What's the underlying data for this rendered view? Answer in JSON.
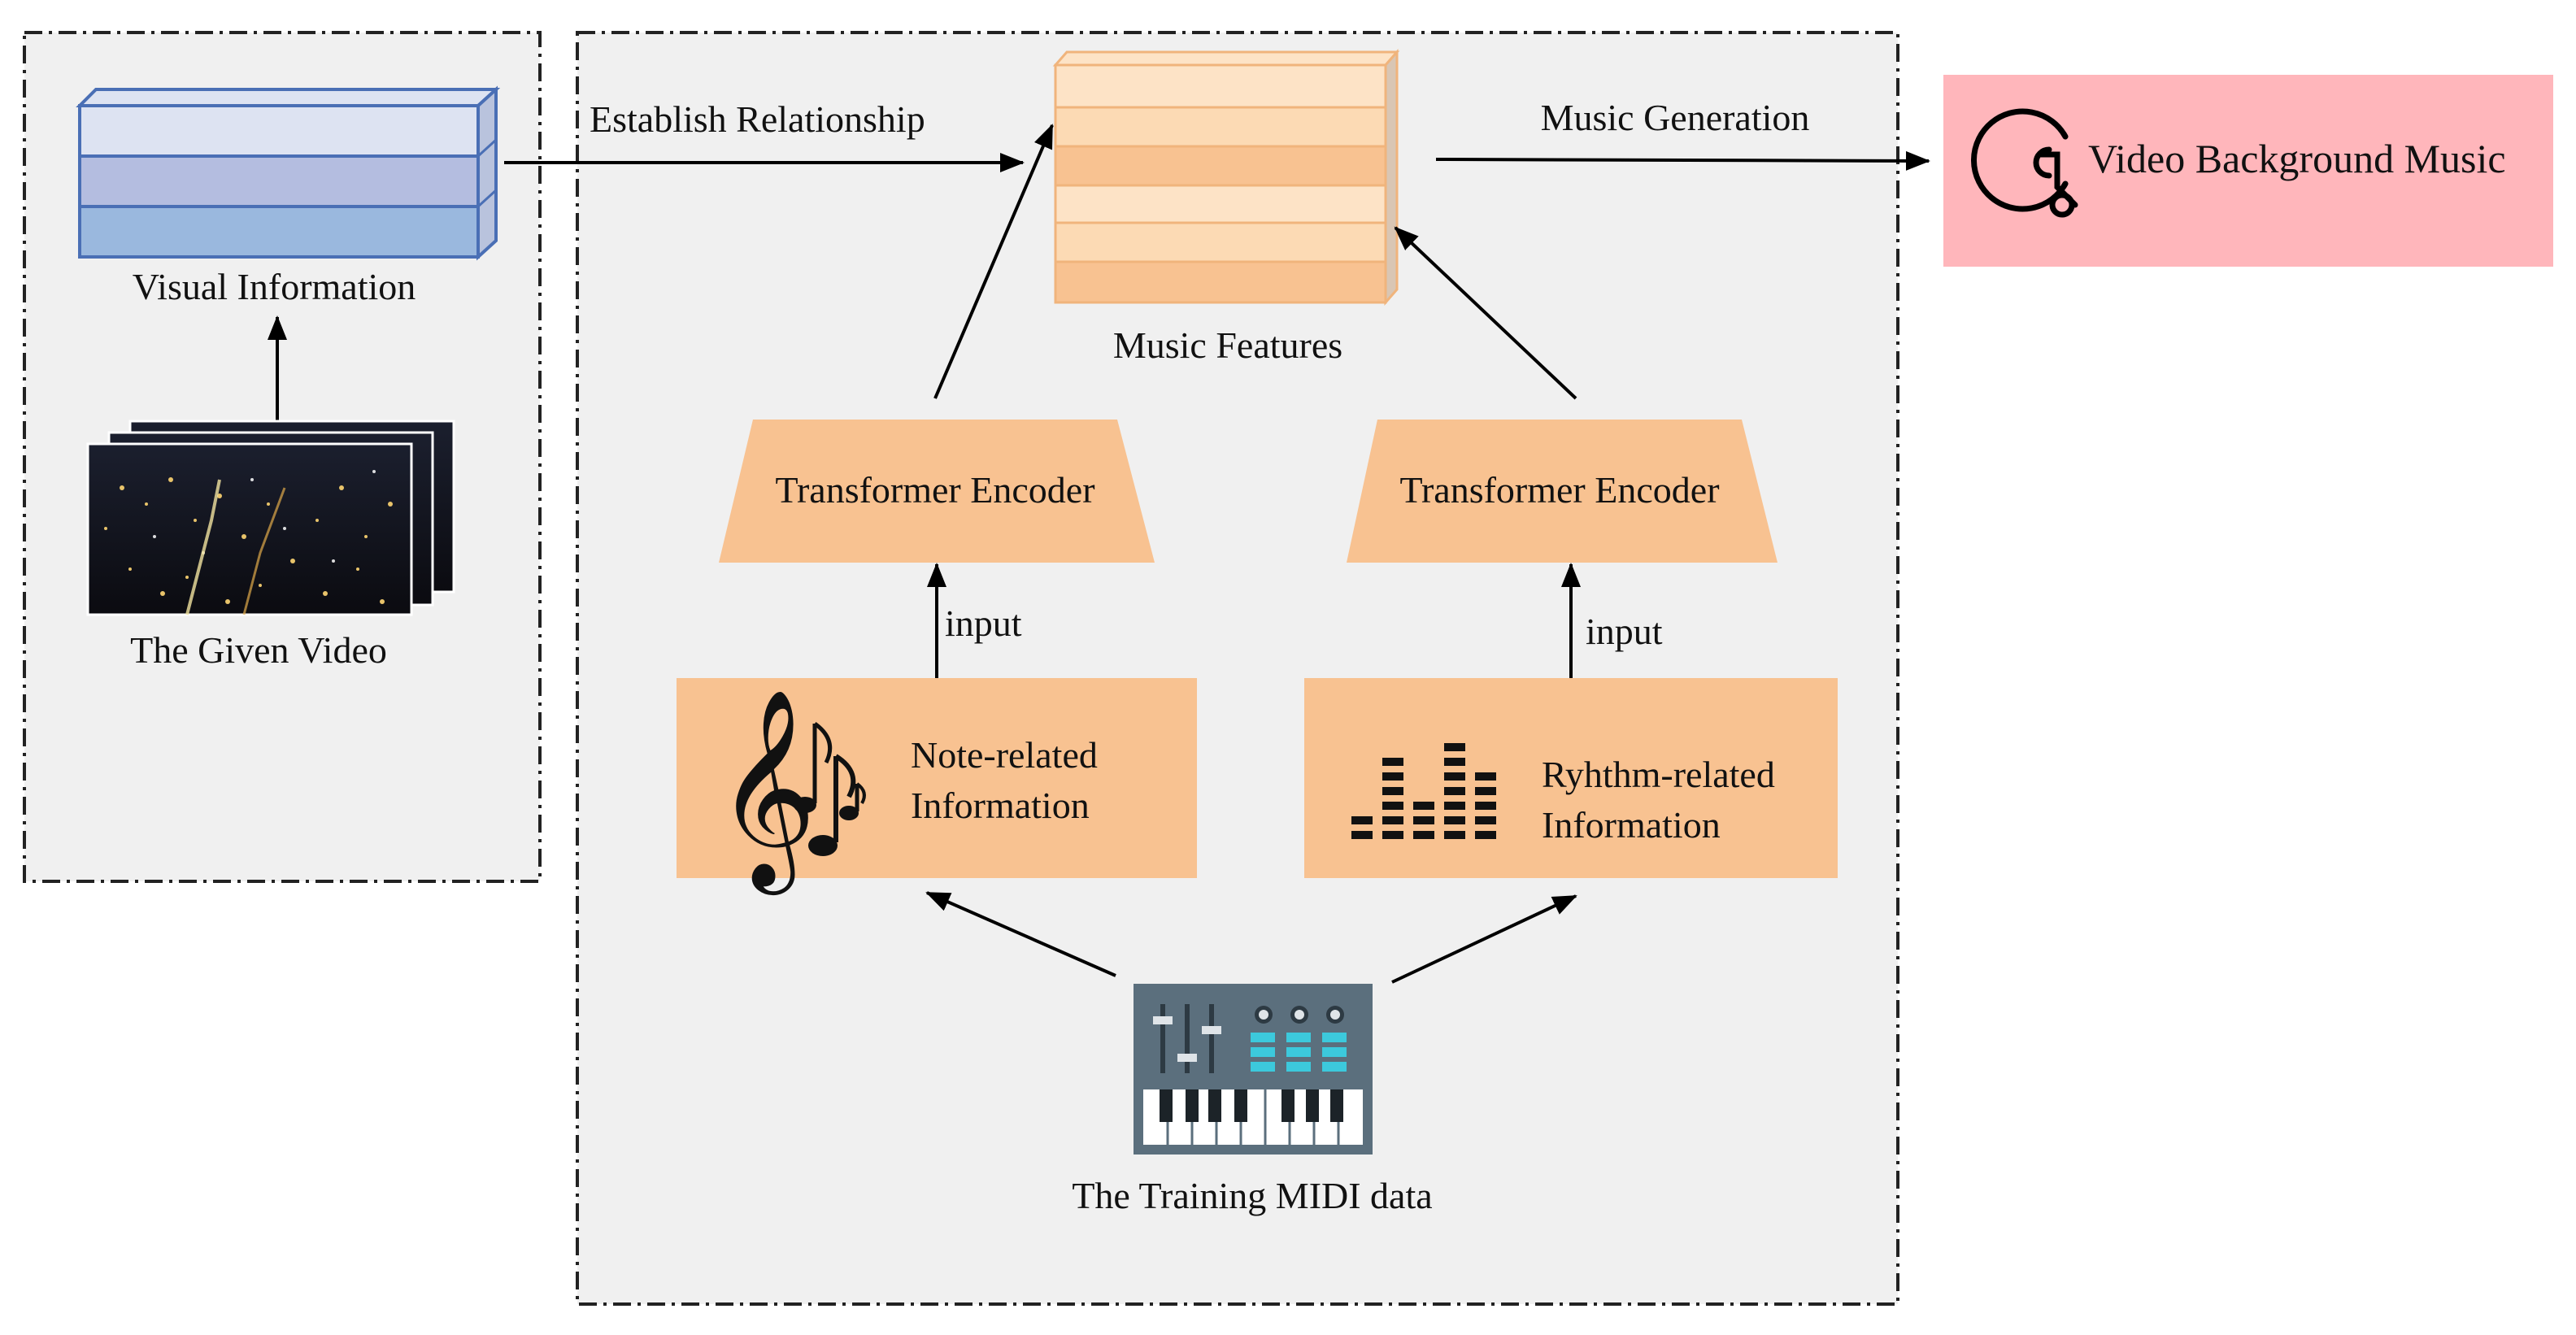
{
  "left_panel": {
    "visual_information_label": "Visual Information",
    "given_video_label": "The Given Video"
  },
  "edges": {
    "establish_relationship_label": "Establish Relationship",
    "music_generation_label": "Music Generation",
    "input_label_left": "input",
    "input_label_right": "input"
  },
  "center_panel": {
    "music_features_label": "Music Features",
    "encoder_left_label": "Transformer Encoder",
    "encoder_right_label": "Transformer Encoder",
    "note_info_line1": "Note-related",
    "note_info_line2": "Information",
    "rhythm_info_line1": "Ryhthm-related",
    "rhythm_info_line2": "Information",
    "midi_label": "The Training MIDI data"
  },
  "output": {
    "label": "Video Background Music"
  },
  "colors": {
    "panel_bg": "#f0f0f0",
    "orange_box": "#f8c291",
    "output_box": "#ffb6bb",
    "visual_layer_top": "#dde3f2",
    "visual_layer_mid": "#b4bde0",
    "visual_layer_bottom": "#9ab8de",
    "visual_stroke": "#4a6fb5",
    "midi_device": "#5b6f7d",
    "midi_accent": "#3cc9dc"
  },
  "icons": [
    "video-frames-icon",
    "music-notes-icon",
    "equalizer-icon",
    "midi-keyboard-icon",
    "music-disc-icon"
  ]
}
